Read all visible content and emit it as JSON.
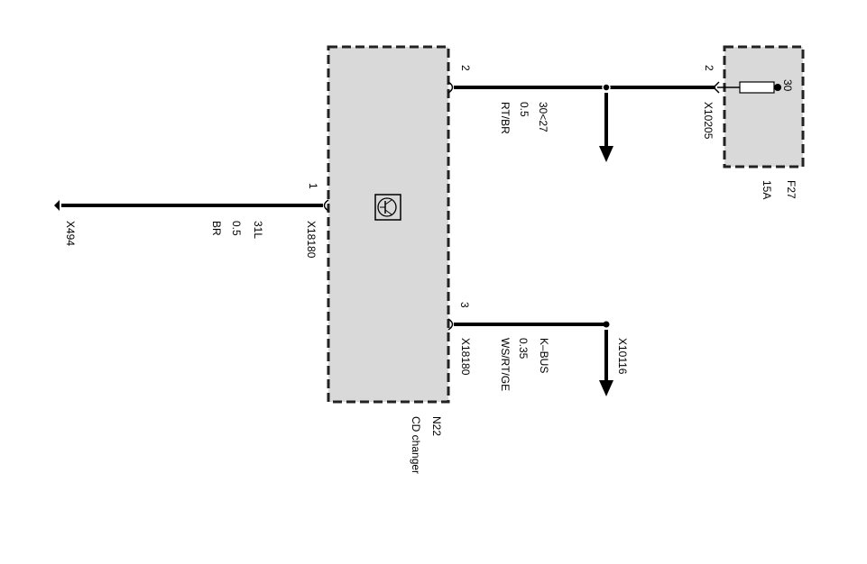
{
  "component": {
    "id": "N22",
    "name": "CD changer"
  },
  "fuse": {
    "id": "F27",
    "rating": "15A",
    "terminal": "30",
    "pin": "2",
    "connector": "X10205"
  },
  "wires": [
    {
      "pin": "2",
      "function": "30<27",
      "size": "0.5",
      "color": "RT/BR"
    },
    {
      "pin": "1",
      "connector": "X18180",
      "function": "31L",
      "size": "0.5",
      "color": "BR",
      "ground": "X494"
    },
    {
      "pin": "3",
      "connector": "X18180",
      "function": "K–BUS",
      "size": "0.35",
      "color": "WS/RT/GE",
      "splice": "X10116"
    }
  ],
  "colors": {
    "box_fill": "#d9d9d9",
    "line": "#000000"
  }
}
